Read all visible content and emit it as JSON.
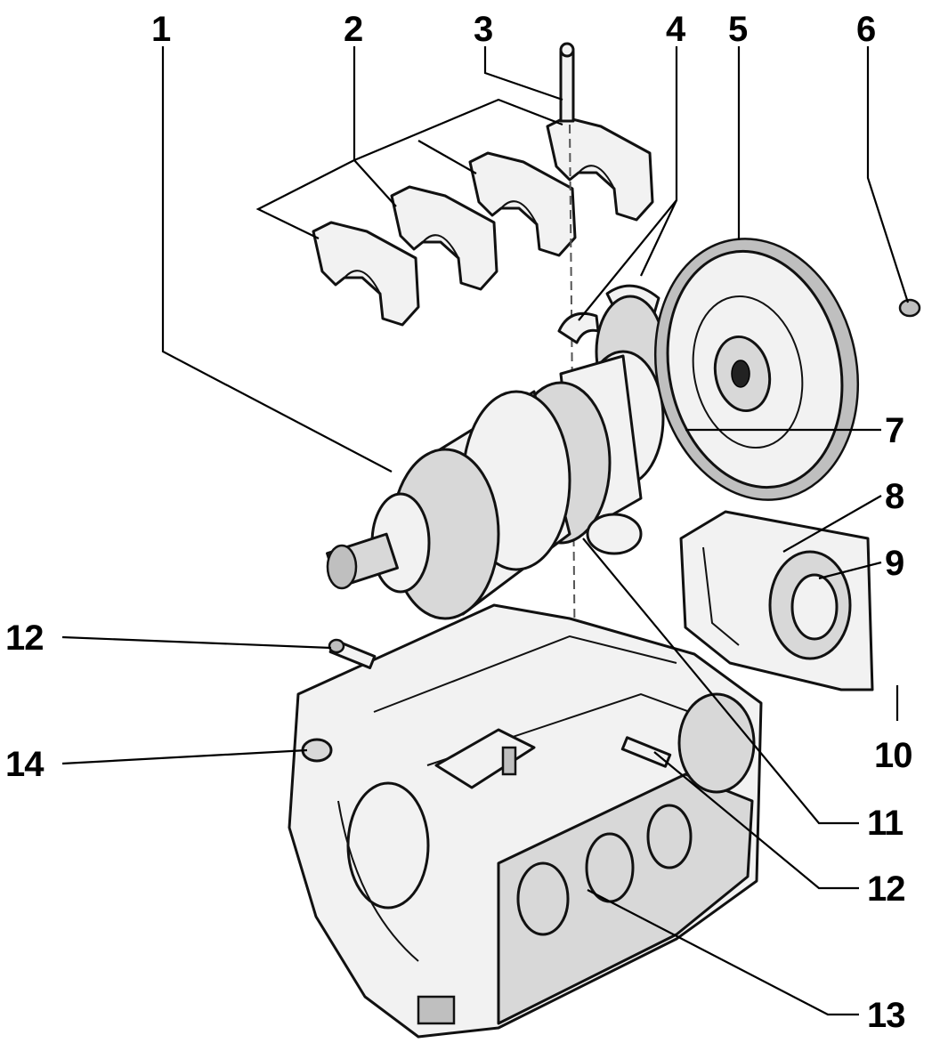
{
  "callouts": {
    "c1": "1",
    "c2": "2",
    "c3": "3",
    "c4": "4",
    "c5": "5",
    "c6": "6",
    "c7": "7",
    "c8": "8",
    "c9": "9",
    "c10": "10",
    "c11": "11",
    "c12_left": "12",
    "c12_right": "12",
    "c13": "13",
    "c14": "14"
  }
}
